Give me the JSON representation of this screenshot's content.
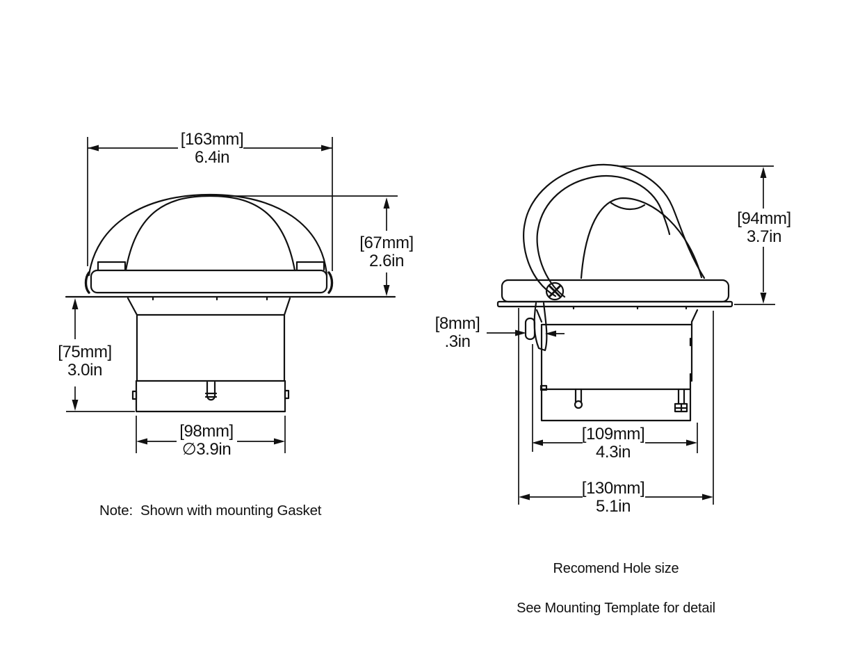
{
  "drawing": {
    "background_color": "#ffffff",
    "ink_color": "#111111"
  },
  "front_view": {
    "dim_overall_width_mm": "[163mm]",
    "dim_overall_width_in": "6.4in",
    "dim_dome_height_mm": "[67mm]",
    "dim_dome_height_in": "2.6in",
    "dim_below_depth_mm": "[75mm]",
    "dim_below_depth_in": "3.0in",
    "dim_body_diameter_mm": "[98mm]",
    "dim_body_diameter_in": "∅3.9in",
    "note": "Note:  Shown with mounting Gasket"
  },
  "side_view": {
    "dim_overall_height_mm": "[94mm]",
    "dim_overall_height_in": "3.7in",
    "dim_latch_mm": "[8mm]",
    "dim_latch_in": ".3in",
    "dim_hole_inner_mm": "[109mm]",
    "dim_hole_inner_in": "4.3in",
    "dim_hole_outer_mm": "[130mm]",
    "dim_hole_outer_in": "5.1in",
    "note_line1": "Recomend Hole size",
    "note_line2": "See Mounting Template for detail"
  }
}
